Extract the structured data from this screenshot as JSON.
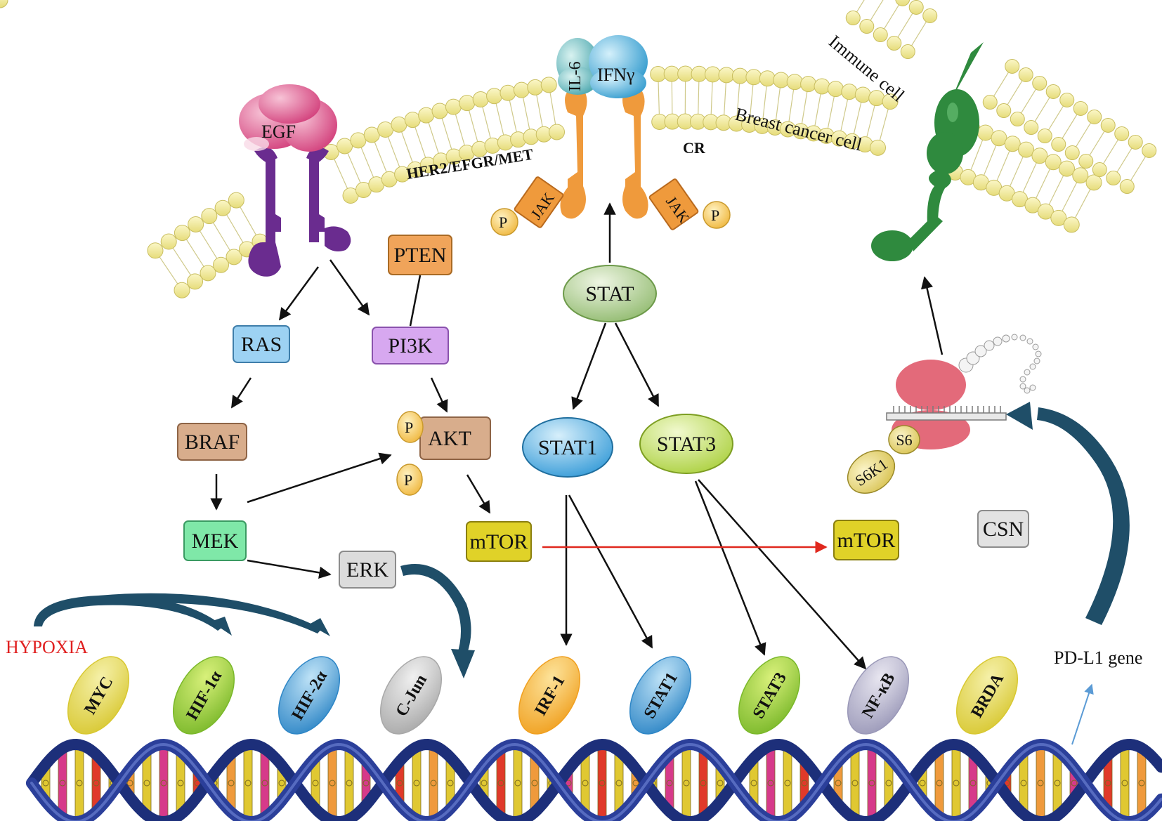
{
  "labels": {
    "egf": "EGF",
    "her2": "HER2/EFGR/MET",
    "cr": "CR",
    "il6": "IL-6",
    "ifng": "IFNγ",
    "jak": "JAK",
    "p": "P",
    "breast_cancer_cell": "Breast cancer cell",
    "immune_cell": "Immune cell",
    "pten": "PTEN",
    "ras": "RAS",
    "pi3k": "PI3K",
    "braf": "BRAF",
    "akt": "AKT",
    "mek": "MEK",
    "erk": "ERK",
    "mtor": "mTOR",
    "stat": "STAT",
    "stat1": "STAT1",
    "stat3": "STAT3",
    "s6k1": "S6K1",
    "s6": "S6",
    "csn": "CSN",
    "hypoxia": "HYPOXIA",
    "pdl1_gene": "PD-L1 gene"
  },
  "transcription_factors": [
    "MYC",
    "HIF-1α",
    "HIF-2α",
    "C-Jun",
    "IRF-1",
    "STAT1",
    "STAT3",
    "NF-κB",
    "BRDA"
  ],
  "colors": {
    "membrane_head": "#f5ee9a",
    "egf": "#e0689a",
    "egfr_receptor": "#6a2c8f",
    "cytokine_receptor": "#ef9a3c",
    "immune_receptor": "#2f8a3e",
    "ribosome": "#e36a7a",
    "hypoxia_text": "#e02020",
    "mtor_arrow": "#e0281e",
    "curved_arrow": "#1f4e68",
    "pdl1_arrow": "#5b9bd5",
    "dna_backbone": "#2b3f9a"
  }
}
